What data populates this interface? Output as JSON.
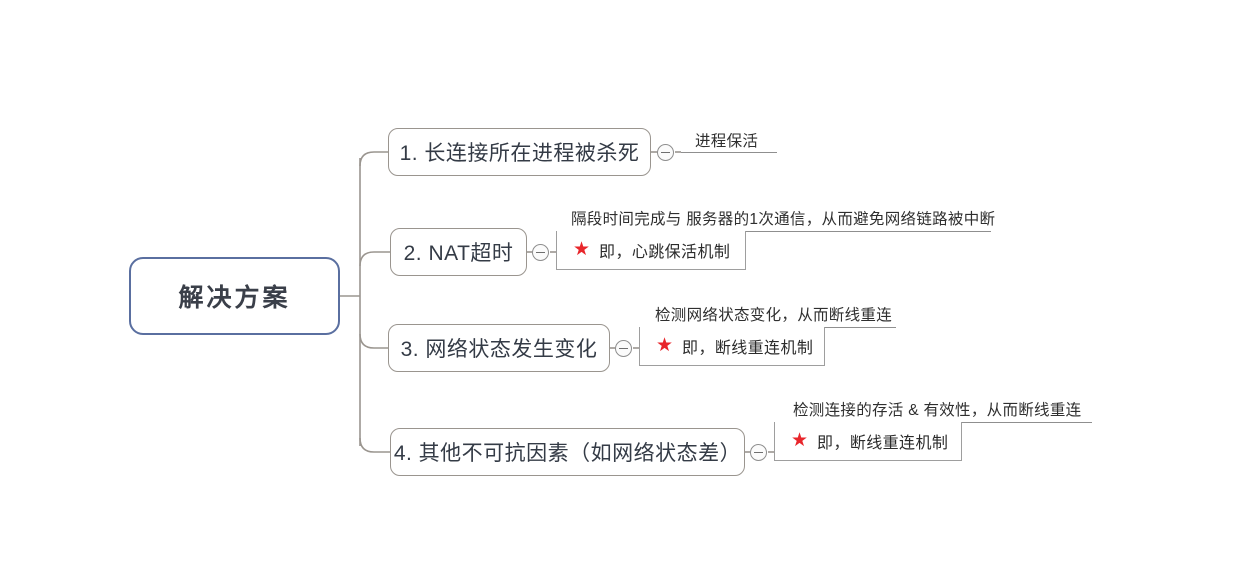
{
  "diagram": {
    "title": "解决方案",
    "type": "mind-map",
    "colors": {
      "root_border": "#5a6fa0",
      "node_border": "#9a958f",
      "connector": "#9a958f",
      "star": "#e8262b",
      "text": "#343b46"
    },
    "root": {
      "label": "解决方案"
    },
    "branches": [
      {
        "index": "1",
        "label": "1. 长连接所在进程被杀死",
        "toggle": "collapse-minus-icon",
        "annotation": {
          "label": "进程保活",
          "has_rule": true
        },
        "leaf": null
      },
      {
        "index": "2",
        "label": "2. NAT超时",
        "toggle": "collapse-minus-icon",
        "annotation": {
          "label": "隔段时间完成与 服务器的1次通信，从而避免网络链路被中断",
          "has_rule": true
        },
        "leaf": {
          "icon": "star-icon",
          "text": "即，心跳保活机制"
        }
      },
      {
        "index": "3",
        "label": "3. 网络状态发生变化",
        "toggle": "collapse-minus-icon",
        "annotation": {
          "label": "检测网络状态变化，从而断线重连",
          "has_rule": true
        },
        "leaf": {
          "icon": "star-icon",
          "text": "即，断线重连机制"
        }
      },
      {
        "index": "4",
        "label": "4. 其他不可抗因素（如网络状态差）",
        "toggle": "collapse-minus-icon",
        "annotation": {
          "label": "检测连接的存活 & 有效性，从而断线重连",
          "has_rule": true
        },
        "leaf": {
          "icon": "star-icon",
          "text": "即，断线重连机制"
        }
      }
    ],
    "star_glyph": "★"
  }
}
